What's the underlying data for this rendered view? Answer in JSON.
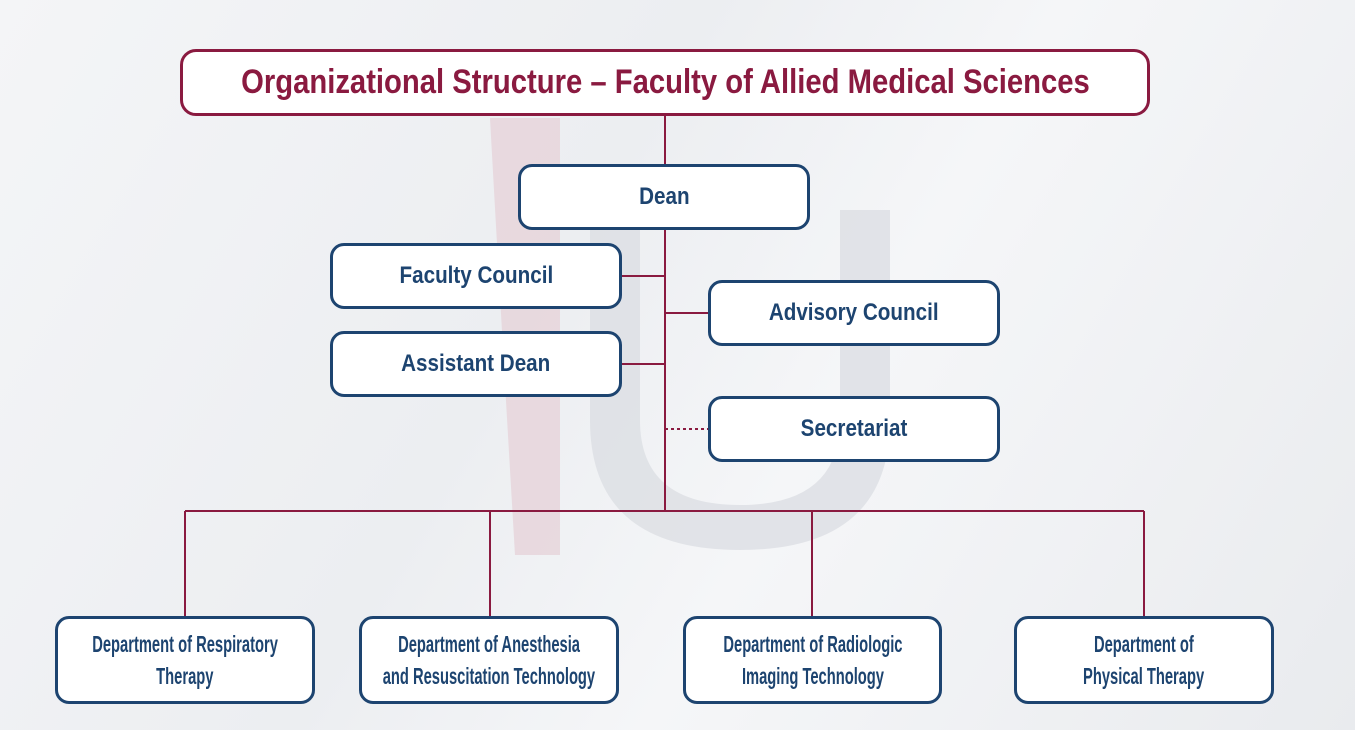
{
  "title": "Organizational Structure – Faculty of Allied Medical Sciences",
  "nodes": {
    "dean": "Dean",
    "faculty_council": "Faculty Council",
    "advisory_council": "Advisory Council",
    "assistant_dean": "Assistant Dean",
    "secretariat": "Secretariat"
  },
  "departments": [
    {
      "line1": "Department of Respiratory",
      "line2": "Therapy"
    },
    {
      "line1": "Department of Anesthesia",
      "line2": "and Resuscitation Technology"
    },
    {
      "line1": "Department of Radiologic",
      "line2": "Imaging Technology"
    },
    {
      "line1": "Department of",
      "line2": "Physical Therapy"
    }
  ],
  "colors": {
    "maroon": "#8a1a40",
    "navy": "#1d4470"
  }
}
